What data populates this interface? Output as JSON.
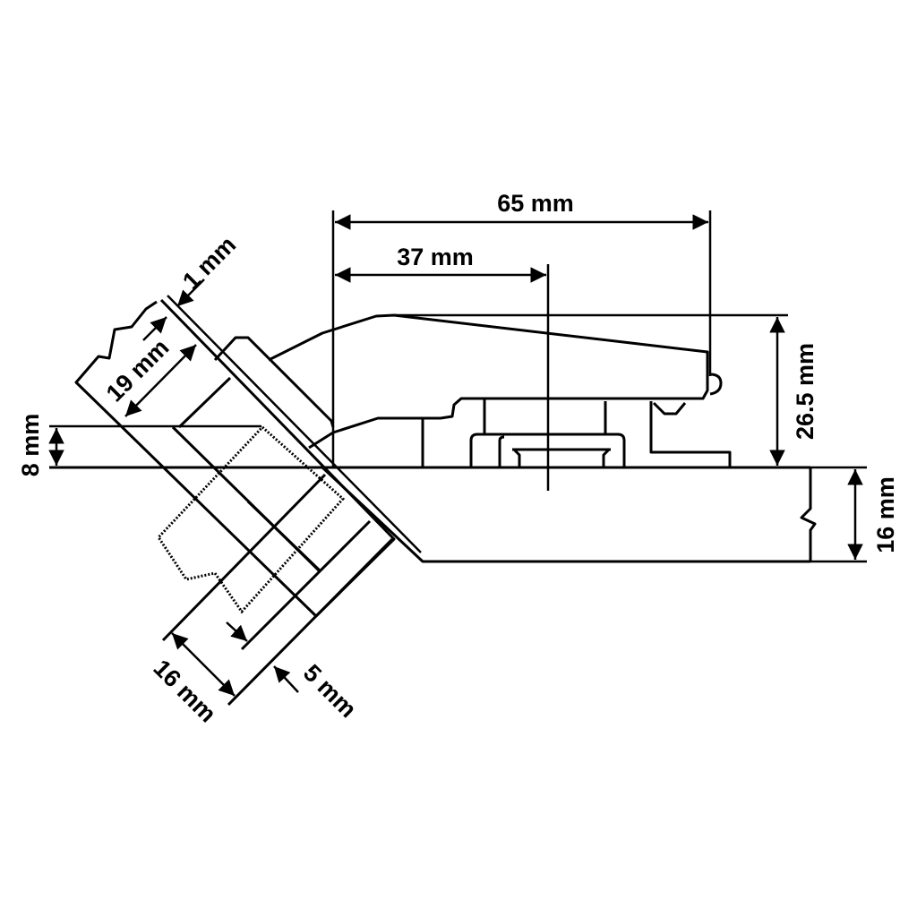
{
  "title": "Concealed hinge 45° mounting dimensions",
  "dimensions": {
    "total_length": "65 mm",
    "drill_center": "37 mm",
    "height": "26.5 mm",
    "panel_thickness": "16 mm",
    "offset": "8 mm",
    "door_thickness": "19 mm",
    "gap": "1 mm",
    "cup_depth": "16 mm",
    "edge_distance": "5 mm"
  },
  "colors": {
    "line": "#000000",
    "background": "#ffffff"
  }
}
